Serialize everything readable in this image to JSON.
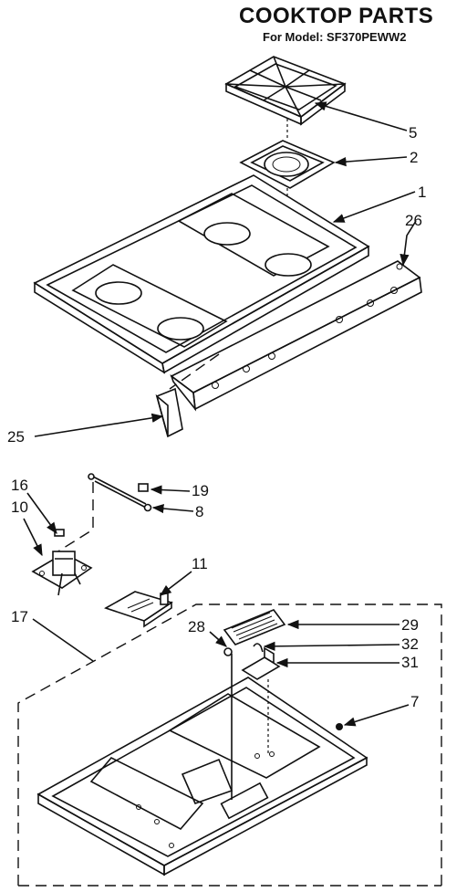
{
  "title": "COOKTOP PARTS",
  "subtitle": "For Model: SF370PEWW2",
  "callouts": [
    "5",
    "2",
    "1",
    "26",
    "25",
    "16",
    "10",
    "19",
    "8",
    "11",
    "17",
    "28",
    "29",
    "32",
    "31",
    "7"
  ]
}
